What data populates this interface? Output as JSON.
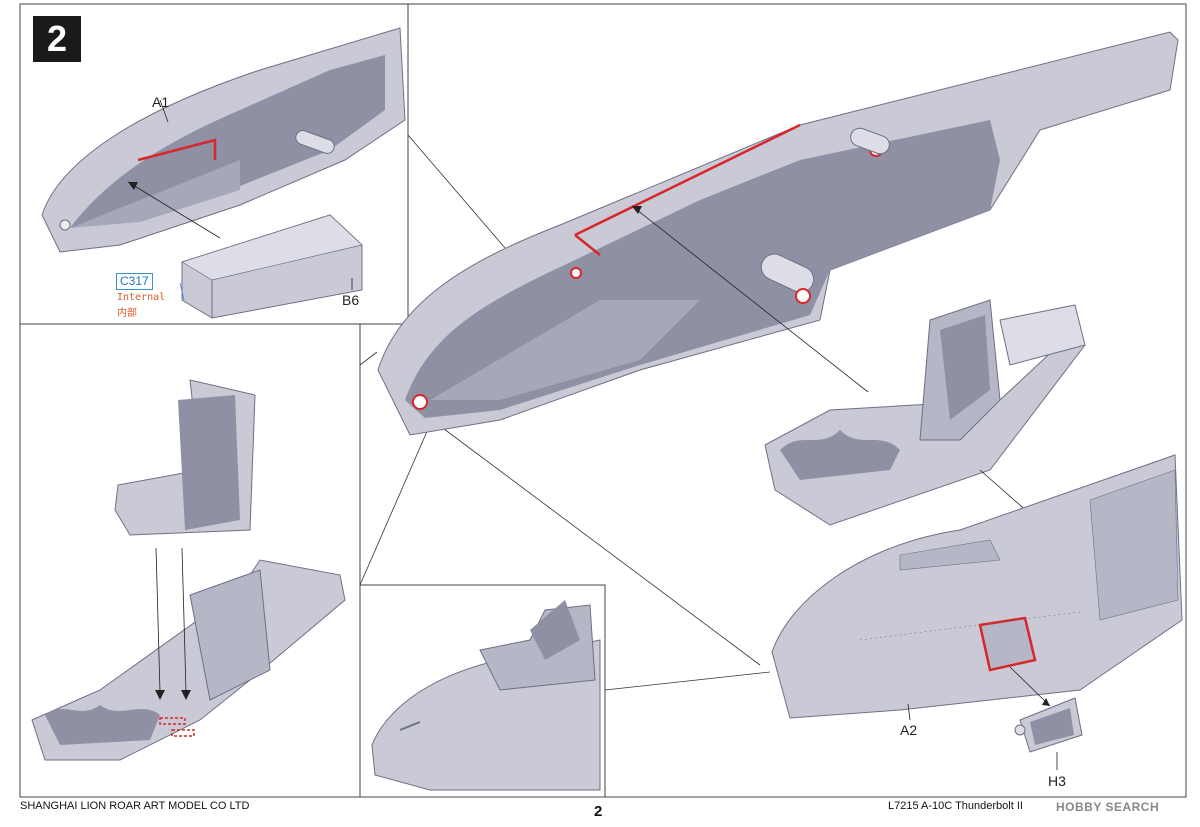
{
  "step": {
    "number": "2"
  },
  "parts": {
    "a1": "A1",
    "b6": "B6",
    "a2": "A2",
    "h3": "H3"
  },
  "paint": {
    "code": "C317",
    "note_en": "Internal",
    "note_cn": "内部"
  },
  "footer": {
    "left": "SHANGHAI LION ROAR ART MODEL CO LTD",
    "page": "2",
    "right": "L7215 A-10C Thunderbolt II"
  },
  "watermark": "HOBBY SEARCH",
  "colors": {
    "part_fill": "#c9cad6",
    "part_shade": "#8f90a3",
    "part_dark": "#6e6f85",
    "glue_red": "#d8262b",
    "frame": "#333333"
  }
}
